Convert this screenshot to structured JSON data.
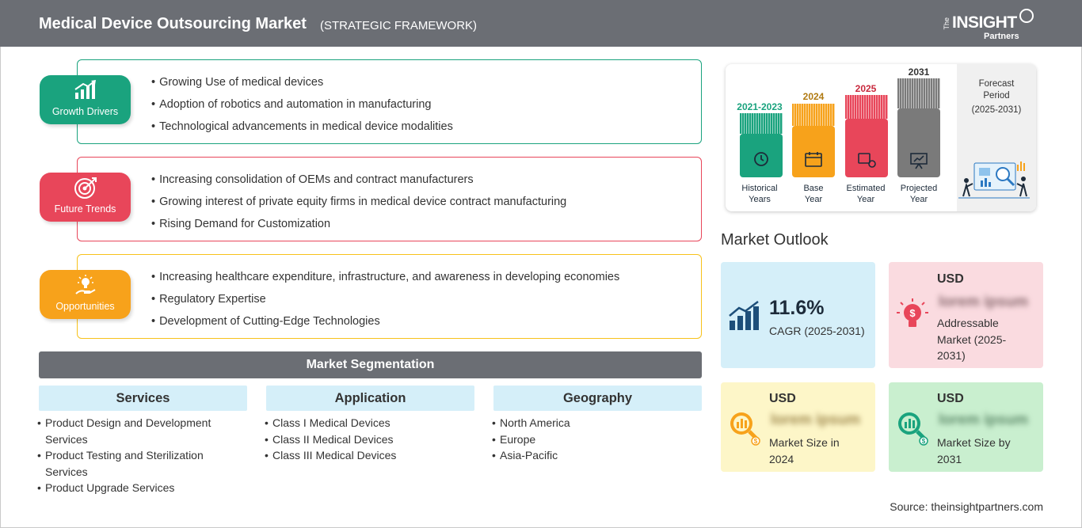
{
  "header": {
    "title": "Medical Device Outsourcing Market",
    "subtitle": "(STRATEGIC FRAMEWORK)",
    "logo": {
      "the": "The",
      "insight": "INSIGHT",
      "partners": "Partners"
    }
  },
  "factors": [
    {
      "label": "Growth Drivers",
      "icon": "growth-chart-icon",
      "color": "#1aa37e",
      "items": [
        "Growing Use of medical devices",
        "Adoption of robotics and automation in manufacturing",
        "Technological advancements in medical device modalities"
      ]
    },
    {
      "label": "Future Trends",
      "icon": "target-icon",
      "color": "#e8465a",
      "items": [
        "Increasing consolidation of OEMs and contract manufacturers",
        "Growing interest of private equity firms in medical device contract manufacturing",
        "Rising Demand for Customization"
      ]
    },
    {
      "label": "Opportunities",
      "icon": "lightbulb-hand-icon",
      "color": "#f7a21b",
      "items": [
        "Increasing healthcare expenditure, infrastructure, and awareness in developing economies",
        "Regulatory Expertise",
        "Development of Cutting-Edge Technologies"
      ]
    }
  ],
  "segmentation": {
    "title": "Market Segmentation",
    "columns": [
      {
        "heading": "Services",
        "items": [
          "Product Design and Development Services",
          "Product Testing and Sterilization Services",
          "Product Upgrade Services"
        ]
      },
      {
        "heading": "Application",
        "items": [
          "Class I Medical Devices",
          "Class II Medical Devices",
          "Class III Medical Devices"
        ]
      },
      {
        "heading": "Geography",
        "items": [
          "North America",
          "Europe",
          "Asia-Pacific"
        ]
      }
    ]
  },
  "timeline": {
    "bars": [
      {
        "year": "2021-2023",
        "caption_1": "Historical",
        "caption_2": "Years",
        "color": "#1aa37e",
        "icon": "history-icon"
      },
      {
        "year": "2024",
        "caption_1": "Base",
        "caption_2": "Year",
        "color": "#f7a21b",
        "icon": "calendar-icon"
      },
      {
        "year": "2025",
        "caption_1": "Estimated",
        "caption_2": "Year",
        "color": "#e8465a",
        "icon": "estimate-icon"
      },
      {
        "year": "2031",
        "caption_1": "Projected",
        "caption_2": "Year",
        "color": "#7a7a7a",
        "icon": "presentation-icon"
      }
    ],
    "forecast": {
      "line1": "Forecast",
      "line2": "Period",
      "line3": "(2025-2031)"
    }
  },
  "outlook": {
    "title": "Market Outlook",
    "cagr": {
      "value": "11.6%",
      "label": "CAGR (2025-2031)",
      "bg": "#d5eff9"
    },
    "addressable": {
      "currency": "USD",
      "value": "lorem ipsum",
      "label": "Addressable Market (2025-2031)",
      "bg": "#fadbe0"
    },
    "size_2024": {
      "currency": "USD",
      "value": "lorem ipsum",
      "label": "Market Size in 2024",
      "bg": "#fdf6c8"
    },
    "size_2031": {
      "currency": "USD",
      "value": "lorem ipsum",
      "label": "Market Size by 2031",
      "bg": "#c9efcf"
    }
  },
  "source": "Source: theinsightpartners.com"
}
